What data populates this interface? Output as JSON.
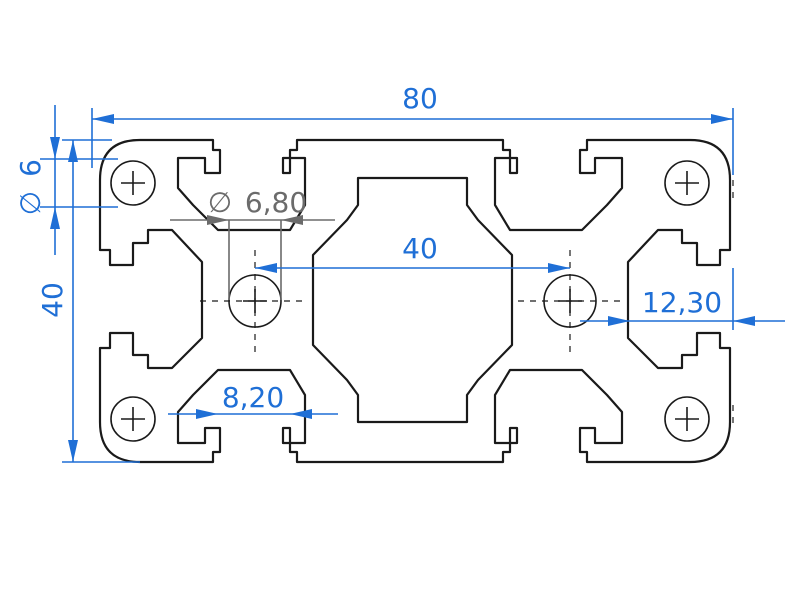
{
  "colors": {
    "dimension_blue": "#1f6fd6",
    "dimension_gray": "#6b6b6b",
    "outline": "#1a1a1a"
  },
  "dimensions": {
    "overall_width": "80",
    "overall_height": "40",
    "hole_diameter": "6",
    "center_hole_diameter": "6,80",
    "center_spacing": "40",
    "slot_width": "8,20",
    "edge_offset": "12,30"
  },
  "symbols": {
    "diameter": "∅"
  }
}
